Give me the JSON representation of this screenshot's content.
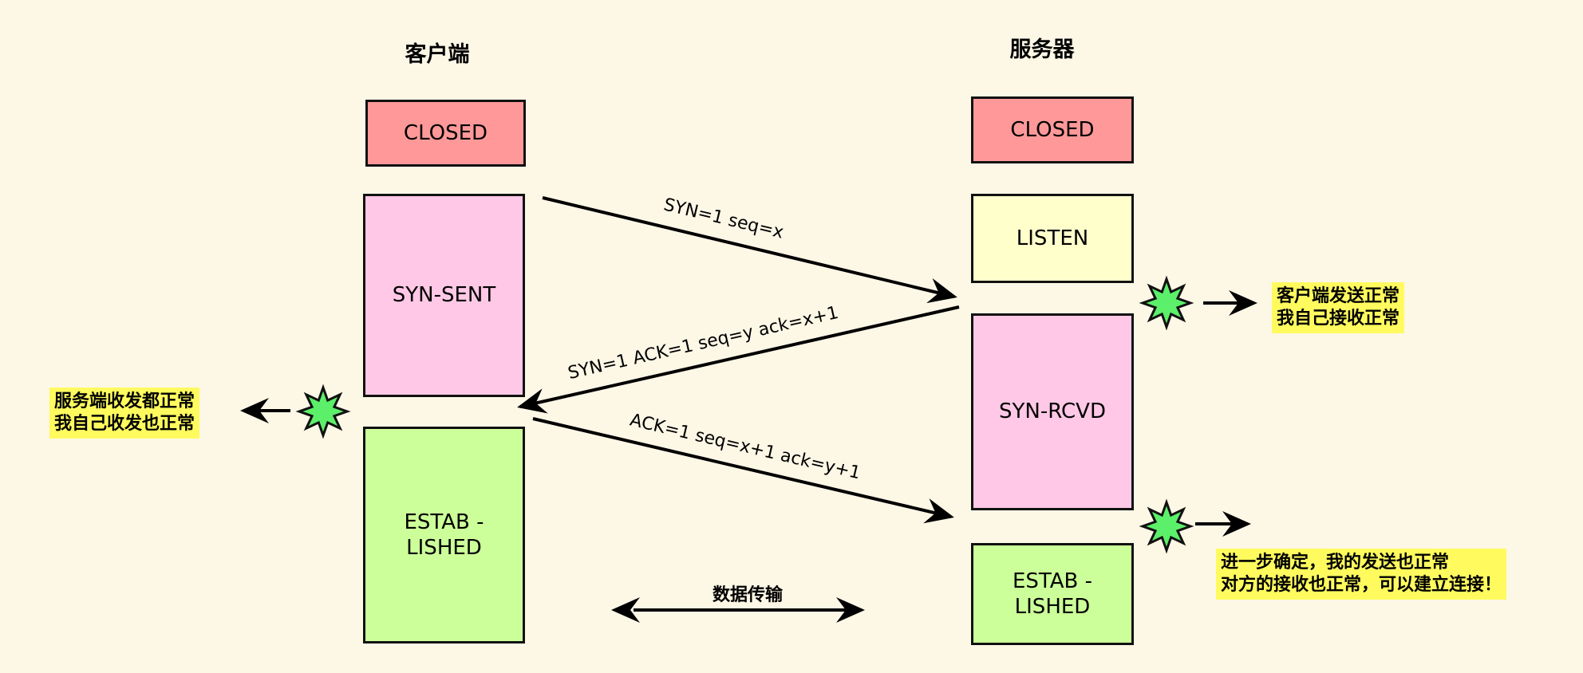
{
  "headers": {
    "client": "客户端",
    "server": "服务器"
  },
  "client_states": [
    {
      "label": "CLOSED",
      "color": "#ff9999"
    },
    {
      "label": "SYN-SENT",
      "color": "#ffc8e6"
    },
    {
      "label": "ESTAB -\nLISHED",
      "color": "#ccff99"
    }
  ],
  "server_states": [
    {
      "label": "CLOSED",
      "color": "#ff9999"
    },
    {
      "label": "LISTEN",
      "color": "#ffffcc"
    },
    {
      "label": "SYN-RCVD",
      "color": "#ffc8e6"
    },
    {
      "label": "ESTAB -\nLISHED",
      "color": "#ccff99"
    }
  ],
  "messages": [
    {
      "label": "SYN=1  seq=x",
      "direction": "client-to-server"
    },
    {
      "label": "SYN=1 ACK=1 seq=y ack=x+1",
      "direction": "server-to-client"
    },
    {
      "label": "ACK=1 seq=x+1 ack=y+1",
      "direction": "client-to-server"
    }
  ],
  "data_transfer": {
    "label": "数据传输",
    "direction": "bidirectional"
  },
  "notes": [
    {
      "text": "客户端发送正常\n我自己接收正常",
      "icon": "star-burst-icon"
    },
    {
      "text": "服务端收发都正常\n我自己收发也正常",
      "icon": "star-burst-icon"
    },
    {
      "text": "进一步确定，我的发送也正常\n对方的接收也正常，可以建立连接！",
      "icon": "star-burst-icon"
    }
  ],
  "colors": {
    "background": "#fdf7e6",
    "note_highlight": "#fffb5e",
    "star_fill": "#5cef6a"
  }
}
